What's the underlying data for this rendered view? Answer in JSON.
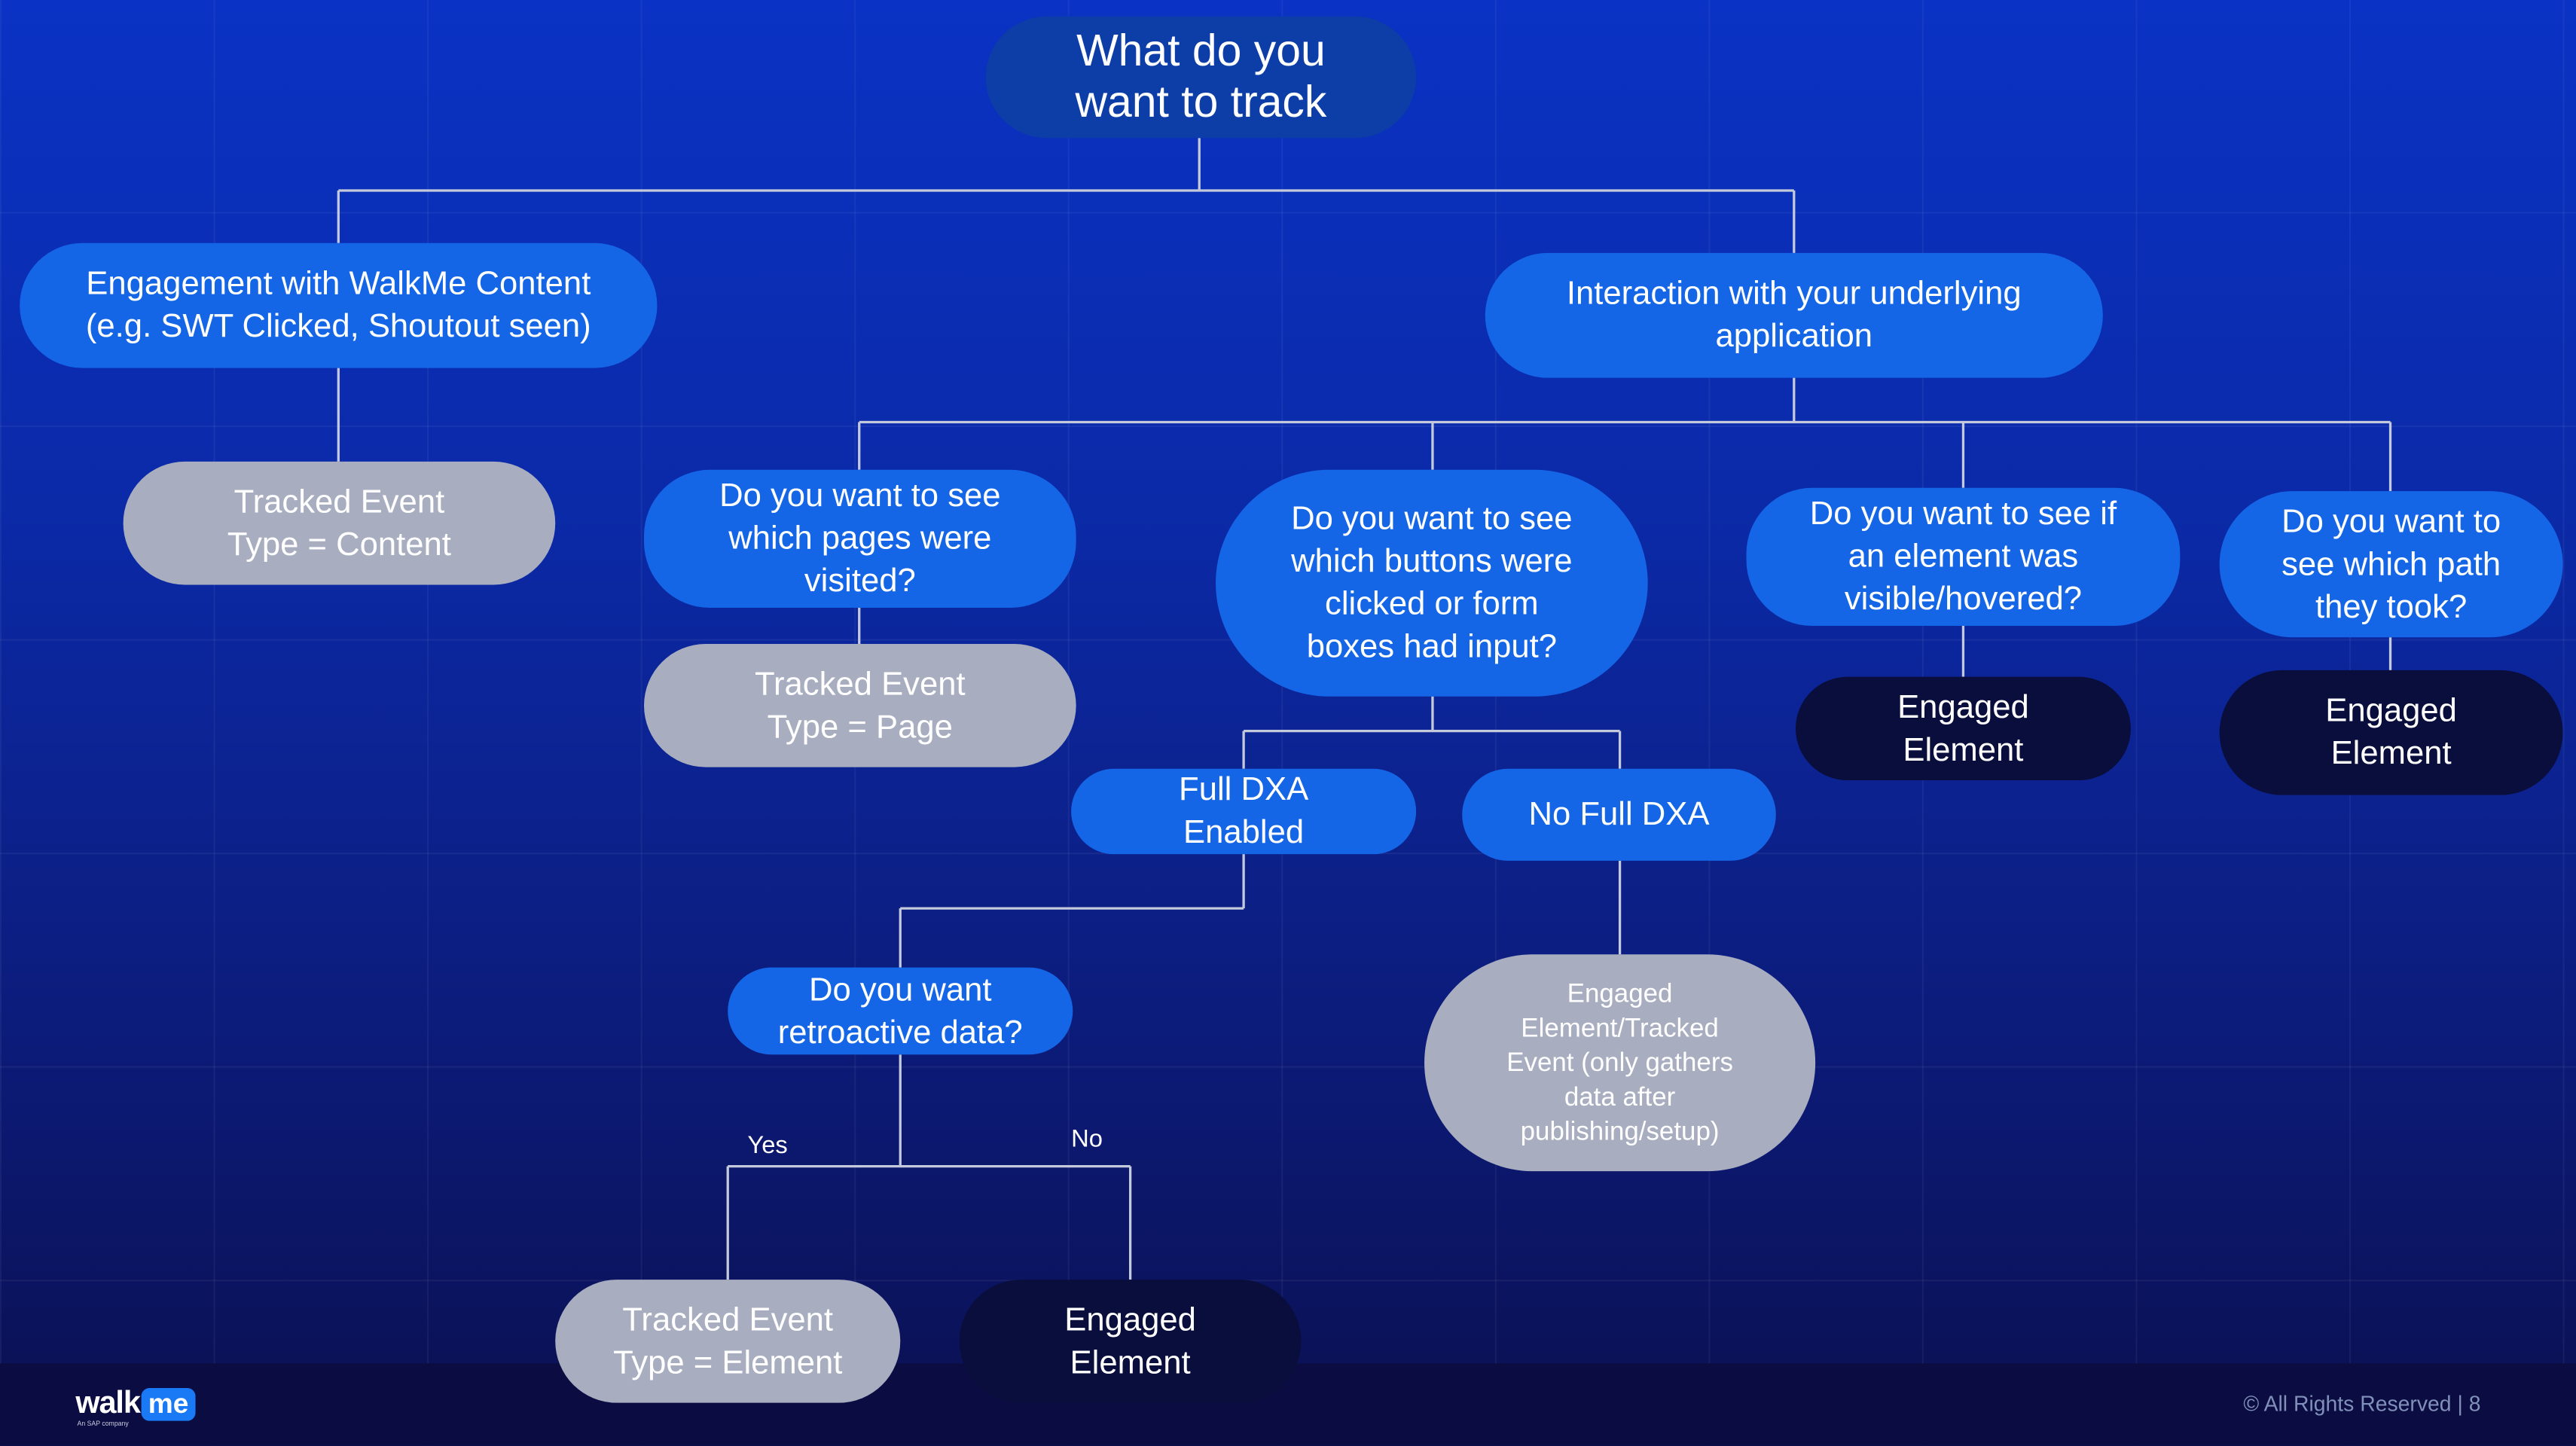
{
  "nodes": {
    "root": "What do you\nwant to track",
    "engagement": "Engagement with WalkMe Content\n(e.g. SWT Clicked, Shoutout seen)",
    "interaction": "Interaction with your underlying\napplication",
    "tracked_content": "Tracked Event\nType = Content",
    "pages_question": "Do you want to see\nwhich pages were\nvisited?",
    "tracked_page": "Tracked Event\nType = Page",
    "buttons_question": "Do you want to see\nwhich buttons were\nclicked or form\nboxes had input?",
    "visible_question": "Do you want to see if\nan element was\nvisible/hovered?",
    "path_question": "Do you want to\nsee which path\nthey took?",
    "engaged_visible": "Engaged\nElement",
    "engaged_path": "Engaged\nElement",
    "full_dxa": "Full DXA\nEnabled",
    "no_full_dxa": "No Full DXA",
    "retro_question": "Do you want\nretroactive data?",
    "engaged_tracked_after": "Engaged\nElement/Tracked\nEvent (only gathers\ndata after\npublishing/setup)",
    "tracked_element": "Tracked Event\nType = Element",
    "engaged_no": "Engaged\nElement"
  },
  "edge_labels": {
    "yes": "Yes",
    "no": "No"
  },
  "footer": {
    "logo_text": "walk",
    "logo_badge": "me",
    "logo_sub": "An SAP company",
    "copyright": "© All Rights Reserved | 8"
  }
}
